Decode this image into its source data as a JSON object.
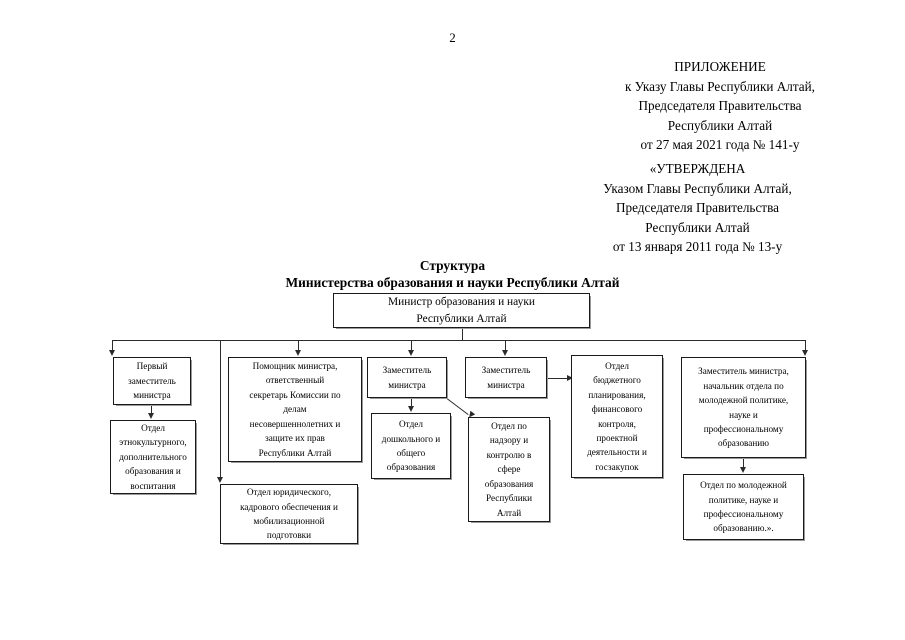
{
  "document": {
    "page_number": "2",
    "appendix_block": "ПРИЛОЖЕНИЕ\nк Указу Главы Республики Алтай,\nПредседателя Правительства\nРеспублики Алтай\nот 27 мая 2021 года № 141-у",
    "approved_block": "«УТВЕРЖДЕНА\nУказом Главы Республики Алтай,\nПредседателя Правительства\nРеспублики Алтай\nот 13 января 2011 года № 13-у"
  },
  "chart_data": {
    "type": "diagram",
    "title_line_1": "Структура",
    "title_line_2": "Министерства образования и науки Республики Алтай",
    "root": {
      "id": "minister",
      "label": "Министр образования и науки\nРеспублики Алтай"
    },
    "columns": [
      {
        "id": "col-1",
        "nodes": [
          {
            "id": "first-deputy-minister",
            "label": "Первый\nзаместитель\nминистра"
          },
          {
            "id": "dept-ethnocultural-education",
            "label": "Отдел\nэтнокультурного,\nдополнительного\nобразования и\nвоспитания"
          }
        ]
      },
      {
        "id": "col-2",
        "nodes": [
          {
            "id": "minister-assistant",
            "label": "Помощник министра,\nответственный\nсекретарь Комиссии по\nделам\nнесовершеннолетних и\nзащите их прав\nРеспублики Алтай"
          },
          {
            "id": "dept-legal-hr-mobilization",
            "label": "Отдел юридического,\nкадрового обеспечения и\nмобилизационной\nподготовки"
          }
        ]
      },
      {
        "id": "col-3",
        "nodes": [
          {
            "id": "deputy-minister-1",
            "label": "Заместитель\nминистра"
          },
          {
            "id": "dept-preschool-general-education",
            "label": "Отдел\nдошкольного и\nобщего\nобразования"
          }
        ]
      },
      {
        "id": "col-4",
        "nodes": [
          {
            "id": "deputy-minister-2",
            "label": "Заместитель\nминистра"
          },
          {
            "id": "dept-supervision-control",
            "label": "Отдел по\nнадзору и\nконтролю в\nсфере\nобразования\nРеспублики\nАлтай"
          }
        ]
      },
      {
        "id": "col-5",
        "nodes": [
          {
            "id": "dept-budget-planning",
            "label": "Отдел\nбюджетного\nпланирования,\nфинансового\nконтроля,\nпроектной\nдеятельности и\nгосзакупок"
          }
        ]
      },
      {
        "id": "col-6",
        "nodes": [
          {
            "id": "deputy-minister-youth-policy",
            "label": "Заместитель министра,\nначальник отдела по\nмолодежной политике,\nнауке и\nпрофессиональному\nобразованию"
          },
          {
            "id": "dept-youth-policy",
            "label": "Отдел по молодежной\nполитике, науке и\nпрофессиональному\nобразованию.»."
          }
        ]
      }
    ],
    "colors": {
      "line": "#2b2b2b",
      "box_border": "#1a1a1a",
      "background": "#ffffff",
      "text": "#000000"
    }
  }
}
